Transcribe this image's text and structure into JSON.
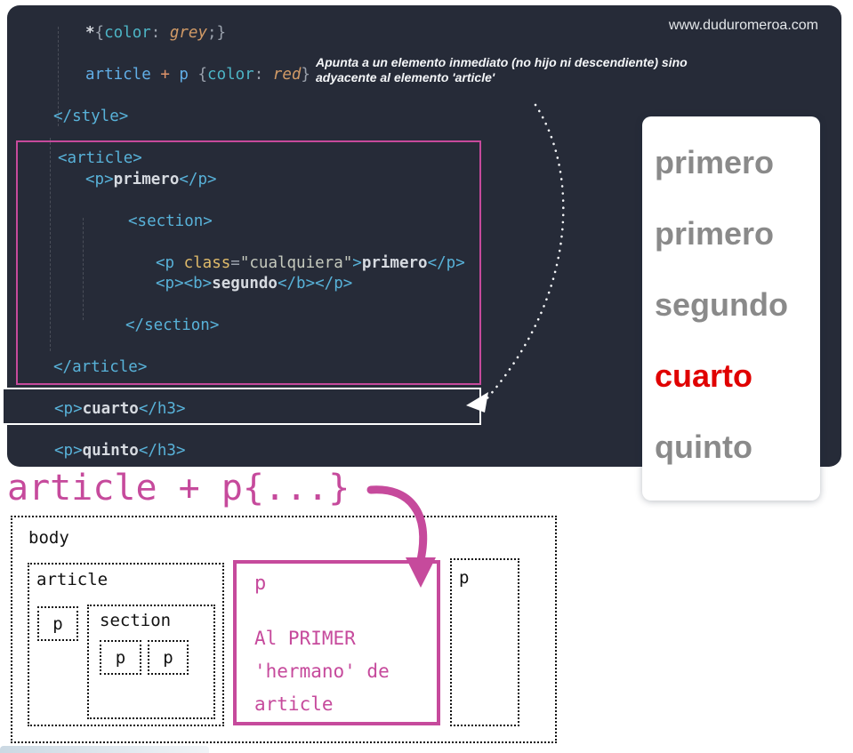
{
  "site_url": "www.duduromeroa.com",
  "annotation": {
    "line1": "Apunta a un elemento inmediato (no hijo ni descendiente) sino",
    "line2": "adyacente al elemento 'article'"
  },
  "editor": {
    "lines": [
      {
        "ind": 36,
        "tokens": [
          [
            "txt",
            "*"
          ],
          [
            "pun",
            "{"
          ],
          [
            "prp",
            "color"
          ],
          [
            "pun",
            ": "
          ],
          [
            "val",
            "grey"
          ],
          [
            "pun",
            ";}"
          ]
        ]
      },
      {
        "ind": 0,
        "tokens": []
      },
      {
        "ind": 36,
        "tokens": [
          [
            "sel",
            "article"
          ],
          [
            "pun",
            " "
          ],
          [
            "opr",
            "+"
          ],
          [
            "pun",
            " "
          ],
          [
            "sel",
            "p"
          ],
          [
            "pun",
            " {"
          ],
          [
            "prp",
            "color"
          ],
          [
            "pun",
            ": "
          ],
          [
            "val",
            "red"
          ],
          [
            "pun",
            "}"
          ]
        ]
      },
      {
        "ind": 0,
        "tokens": []
      },
      {
        "ind": 0,
        "tokens": [
          [
            "tag",
            "</style>"
          ]
        ]
      },
      {
        "ind": 0,
        "tokens": []
      },
      {
        "ind": 5,
        "tokens": [
          [
            "tag",
            "<article>"
          ]
        ]
      },
      {
        "ind": 36,
        "tokens": [
          [
            "tag",
            "<p>"
          ],
          [
            "txt",
            "primero"
          ],
          [
            "tag",
            "</p>"
          ]
        ]
      },
      {
        "ind": 0,
        "tokens": []
      },
      {
        "ind": 84,
        "tokens": [
          [
            "tag",
            "<section>"
          ]
        ]
      },
      {
        "ind": 0,
        "tokens": []
      },
      {
        "ind": 115,
        "tokens": [
          [
            "tag",
            "<p "
          ],
          [
            "att",
            "class"
          ],
          [
            "pun",
            "="
          ],
          [
            "str",
            "\"cualquiera\""
          ],
          [
            "tag",
            ">"
          ],
          [
            "txt",
            "primero"
          ],
          [
            "tag",
            "</p>"
          ]
        ]
      },
      {
        "ind": 115,
        "tokens": [
          [
            "tag",
            "<p><b>"
          ],
          [
            "txt",
            "segundo"
          ],
          [
            "tag",
            "</b></p>"
          ]
        ]
      },
      {
        "ind": 0,
        "tokens": []
      },
      {
        "ind": 81,
        "tokens": [
          [
            "tag",
            "</section>"
          ]
        ]
      },
      {
        "ind": 0,
        "tokens": []
      },
      {
        "ind": 0,
        "tokens": [
          [
            "tag",
            "</article>"
          ]
        ]
      },
      {
        "ind": 0,
        "tokens": []
      },
      {
        "ind": 1,
        "tokens": [
          [
            "tag",
            "<p>"
          ],
          [
            "txt",
            "cuarto"
          ],
          [
            "tag",
            "</h3>"
          ]
        ]
      },
      {
        "ind": 0,
        "tokens": []
      },
      {
        "ind": 1,
        "tokens": [
          [
            "tag",
            "<p>"
          ],
          [
            "txt",
            "quinto"
          ],
          [
            "tag",
            "</h3>"
          ]
        ]
      }
    ]
  },
  "output_panel": {
    "items": [
      {
        "text": "primero",
        "color": "#8a8a8a"
      },
      {
        "text": "primero",
        "color": "#8a8a8a"
      },
      {
        "text": "segundo",
        "color": "#8a8a8a"
      },
      {
        "text": "cuarto",
        "color": "#e00000"
      },
      {
        "text": "quinto",
        "color": "#8a8a8a"
      }
    ]
  },
  "selector_title": "article + p{...}",
  "diagram": {
    "body_label": "body",
    "article_label": "article",
    "article_p_label": "p",
    "section_label": "section",
    "section_p1_label": "p",
    "section_p2_label": "p",
    "target_p_label": "p",
    "target_note": [
      "Al PRIMER",
      "'hermano' de",
      "article"
    ],
    "sibling_p_label": "p"
  },
  "colors": {
    "accent_pink": "#c64a9c",
    "editor_bg": "#262b38",
    "code_tag_blue": "#58b2d9",
    "code_selector_blue": "#61aee6",
    "code_property_teal": "#4db5c6",
    "code_value_orange": "#d19a66",
    "code_attr_yellow": "#e0bb6a",
    "code_bold_text": "#d6dae0",
    "output_grey": "#8a8a8a",
    "output_red": "#e00000",
    "white_box_border": "#ffffff"
  }
}
